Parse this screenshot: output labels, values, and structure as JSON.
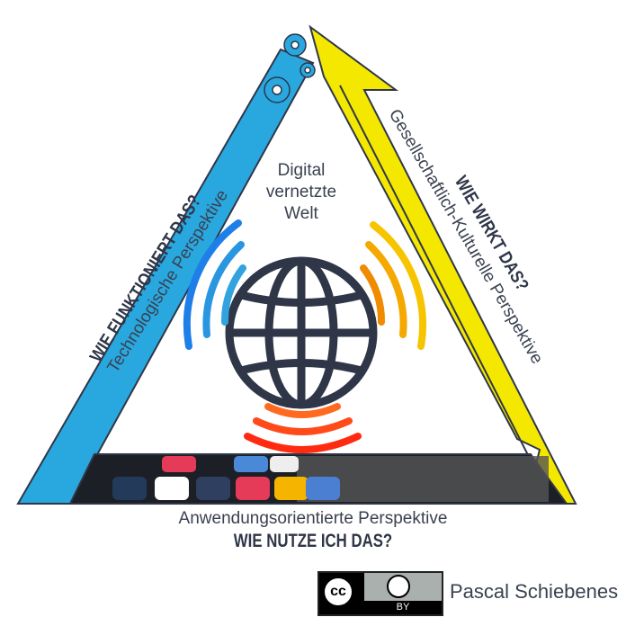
{
  "center": {
    "line1": "Digital",
    "line2": "vernetzte",
    "line3": "Welt"
  },
  "left_side": {
    "question": "WIE FUNKTIONIERT DAS?",
    "perspective": "Technologische Perspektive"
  },
  "right_side": {
    "question": "WIE WIRKT DAS?",
    "perspective": "Gesellschaftlich-Kulturelle Perspektive"
  },
  "bottom_side": {
    "perspective": "Anwendungsorientierte Perspektive",
    "question": "WIE NUTZE ICH DAS?"
  },
  "license": {
    "cc": "cc",
    "by": "BY"
  },
  "author": "Pascal Schiebenes",
  "colors": {
    "blue": "#29a8e0",
    "yellow": "#f5e800",
    "dark": "#2f3648",
    "red": "#ff3b1f"
  }
}
